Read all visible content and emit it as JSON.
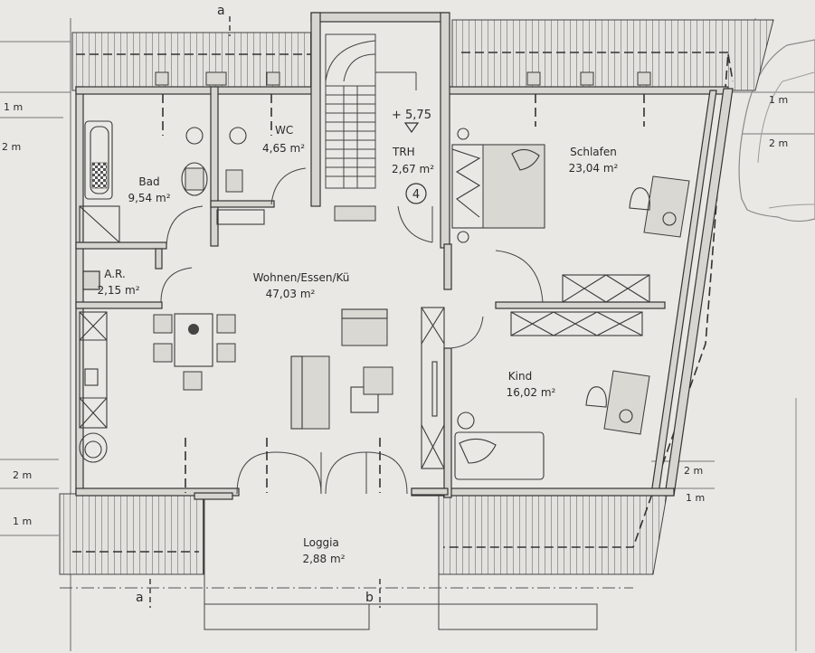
{
  "rooms": {
    "bad": {
      "name": "Bad",
      "area": "9,54 m²"
    },
    "wc": {
      "name": "WC",
      "area": "4,65 m²"
    },
    "trh": {
      "name": "TRH",
      "area": "2,67 m²"
    },
    "schlafen": {
      "name": "Schlafen",
      "area": "23,04 m²"
    },
    "ar": {
      "name": "A.R.",
      "area": "2,15 m²"
    },
    "wohnen": {
      "name": "Wohnen/Essen/Kü",
      "area": "47,03 m²"
    },
    "kind": {
      "name": "Kind",
      "area": "16,02 m²"
    },
    "loggia": {
      "name": "Loggia",
      "area": "2,88 m²"
    }
  },
  "level": "+ 5,75",
  "stair_number": "4",
  "section_marks": {
    "a_top": "a",
    "a_bottom": "a",
    "b_bottom": "b"
  },
  "dimensions": {
    "left_1m": "1 m",
    "left_2m": "2 m",
    "left_2m_low": "2 m",
    "left_1m_low": "1 m",
    "right_1m": "1 m",
    "right_2m": "2 m",
    "right_2m_low": "2 m",
    "right_1m_low": "1 m"
  }
}
